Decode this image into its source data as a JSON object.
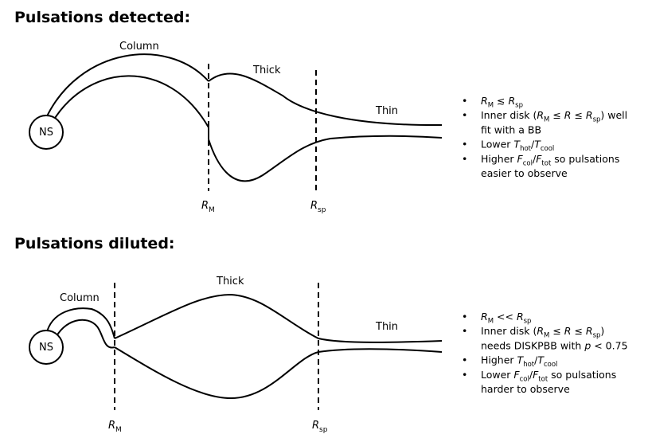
{
  "panels": {
    "top": {
      "heading": "Pulsations detected:",
      "ns_label": "NS",
      "column_label": "Column",
      "thick_label": "Thick",
      "thin_label": "Thin",
      "rm_label": {
        "base": "R",
        "sub": "M"
      },
      "rsp_label": {
        "base": "R",
        "sub": "sp"
      },
      "bullets": [
        [
          {
            "t": "R",
            "i": true
          },
          {
            "t": "M",
            "sub": true
          },
          {
            "t": " ≲ "
          },
          {
            "t": "R",
            "i": true
          },
          {
            "t": "sp",
            "sub": true
          }
        ],
        [
          {
            "t": "Inner disk ("
          },
          {
            "t": "R",
            "i": true
          },
          {
            "t": "M",
            "sub": true
          },
          {
            "t": " ≤ "
          },
          {
            "t": "R",
            "i": true
          },
          {
            "t": " ≤ "
          },
          {
            "t": "R",
            "i": true
          },
          {
            "t": "sp",
            "sub": true
          },
          {
            "t": ") well"
          }
        ],
        [
          {
            "t": "fit with a BB"
          }
        ],
        [
          {
            "t": "Lower "
          },
          {
            "t": "T",
            "i": true
          },
          {
            "t": "hot",
            "sub": true
          },
          {
            "t": "/"
          },
          {
            "t": "T",
            "i": true
          },
          {
            "t": "cool",
            "sub": true
          }
        ],
        [
          {
            "t": "Higher "
          },
          {
            "t": "F",
            "i": true
          },
          {
            "t": "col",
            "sub": true
          },
          {
            "t": "/"
          },
          {
            "t": "F",
            "i": true
          },
          {
            "t": "tot",
            "sub": true
          },
          {
            "t": " so pulsations"
          }
        ],
        [
          {
            "t": "easier to observe"
          }
        ]
      ]
    },
    "bottom": {
      "heading": "Pulsations diluted:",
      "ns_label": "NS",
      "column_label": "Column",
      "thick_label": "Thick",
      "thin_label": "Thin",
      "rm_label": {
        "base": "R",
        "sub": "M"
      },
      "rsp_label": {
        "base": "R",
        "sub": "sp"
      },
      "bullets": [
        [
          {
            "t": "R",
            "i": true
          },
          {
            "t": "M",
            "sub": true
          },
          {
            "t": " << "
          },
          {
            "t": "R",
            "i": true
          },
          {
            "t": "sp",
            "sub": true
          }
        ],
        [
          {
            "t": "Inner disk ("
          },
          {
            "t": "R",
            "i": true
          },
          {
            "t": "M",
            "sub": true
          },
          {
            "t": " ≤ "
          },
          {
            "t": "R",
            "i": true
          },
          {
            "t": " ≤ "
          },
          {
            "t": "R",
            "i": true
          },
          {
            "t": "sp",
            "sub": true
          },
          {
            "t": ")"
          }
        ],
        [
          {
            "t": "needs DISKPBB with "
          },
          {
            "t": "p",
            "i": true
          },
          {
            "t": " < 0.75"
          }
        ],
        [
          {
            "t": "Higher "
          },
          {
            "t": "T",
            "i": true
          },
          {
            "t": "hot",
            "sub": true
          },
          {
            "t": "/"
          },
          {
            "t": "T",
            "i": true
          },
          {
            "t": "cool",
            "sub": true
          }
        ],
        [
          {
            "t": "Lower "
          },
          {
            "t": "F",
            "i": true
          },
          {
            "t": "col",
            "sub": true
          },
          {
            "t": "/"
          },
          {
            "t": "F",
            "i": true
          },
          {
            "t": "tot",
            "sub": true
          },
          {
            "t": " so pulsations"
          }
        ],
        [
          {
            "t": "harder to observe"
          }
        ]
      ]
    }
  }
}
